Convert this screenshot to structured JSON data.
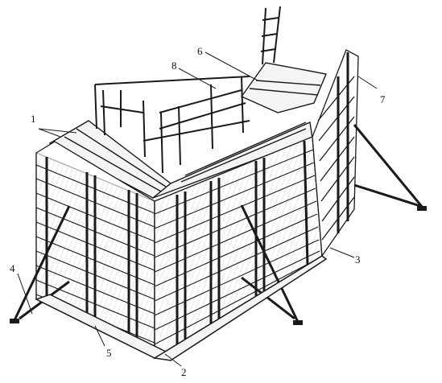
{
  "figure": {
    "callouts": [
      {
        "id": "c1",
        "text": "1"
      },
      {
        "id": "c2",
        "text": "2"
      },
      {
        "id": "c3",
        "text": "3"
      },
      {
        "id": "c4",
        "text": "4"
      },
      {
        "id": "c5",
        "text": "5"
      },
      {
        "id": "c6",
        "text": "6"
      },
      {
        "id": "c7",
        "text": "7"
      },
      {
        "id": "c8",
        "text": "8"
      }
    ],
    "colors": {
      "ink": "#1a1a1a",
      "paper": "#ffffff",
      "plank": "#f4f4f4"
    }
  }
}
